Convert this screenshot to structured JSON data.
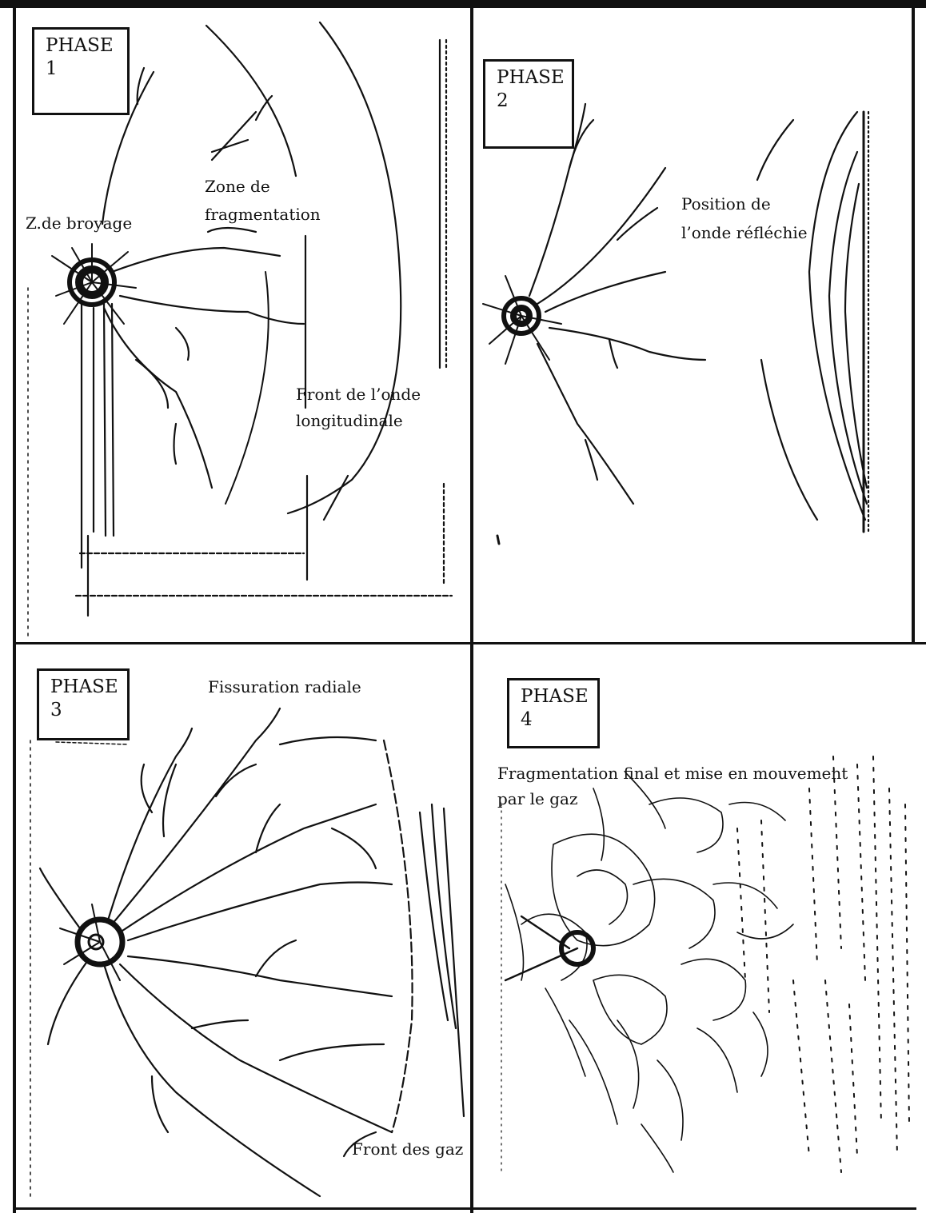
{
  "figure": {
    "phases": [
      {
        "id": 1,
        "phase_word": "PHASE",
        "phase_number": "1",
        "labels": {
          "zone_fragmentation_line1": "Zone de",
          "zone_fragmentation_line2": "fragmentation",
          "zone_broyage": "Z.de broyage",
          "front_onde_line1": "Front de l’onde",
          "front_onde_line2": "longitudinale"
        }
      },
      {
        "id": 2,
        "phase_word": "PHASE",
        "phase_number": "2",
        "labels": {
          "position_line1": "Position de",
          "position_line2": "l’onde réfléchie"
        }
      },
      {
        "id": 3,
        "phase_word": "PHASE",
        "phase_number": "3",
        "labels": {
          "fissuration": "Fissuration radiale",
          "front_gaz": "Front des gaz"
        }
      },
      {
        "id": 4,
        "phase_word": "PHASE",
        "phase_number": "4",
        "labels": {
          "fragmentation_line1": "Fragmentation final et mise en mouvement",
          "fragmentation_line2": "par le gaz"
        }
      }
    ],
    "colors": {
      "ink": "#111111",
      "paper": "#ffffff"
    }
  }
}
